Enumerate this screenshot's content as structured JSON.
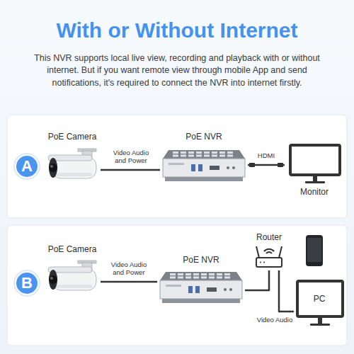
{
  "diagram": {
    "title": "With or Without Internet",
    "caption": "This NVR supports local live view, recording and playback with or without internet. But if you want remote view through mobile App and send notifications, it's required to connect the NVR into internet firstly.",
    "nodes": [
      {
        "text": [
          "A"
        ]
      },
      {
        "text": [
          "PoE Camera"
        ]
      },
      {
        "text": [
          "PoE NVR"
        ]
      },
      {
        "text": [
          "Monitor"
        ]
      },
      {
        "text": [
          "B"
        ]
      },
      {
        "text": [
          "PoE Camera"
        ]
      },
      {
        "text": [
          "PoE NVR"
        ]
      },
      {
        "text": [
          "Router"
        ]
      },
      {
        "text": [
          "PC"
        ]
      }
    ],
    "edges": [
      {
        "from": 1,
        "to": 2,
        "arrow": "none",
        "label": "Video Audio and Power"
      },
      {
        "from": 2,
        "to": 3,
        "arrow": "none",
        "label": "HDMI"
      },
      {
        "from": 5,
        "to": 6,
        "arrow": "none",
        "label": "Video Audio and Power"
      },
      {
        "from": 6,
        "to": 7,
        "arrow": "none"
      },
      {
        "from": 7,
        "to": 8,
        "arrow": "none",
        "label": "Video Audio"
      }
    ]
  }
}
